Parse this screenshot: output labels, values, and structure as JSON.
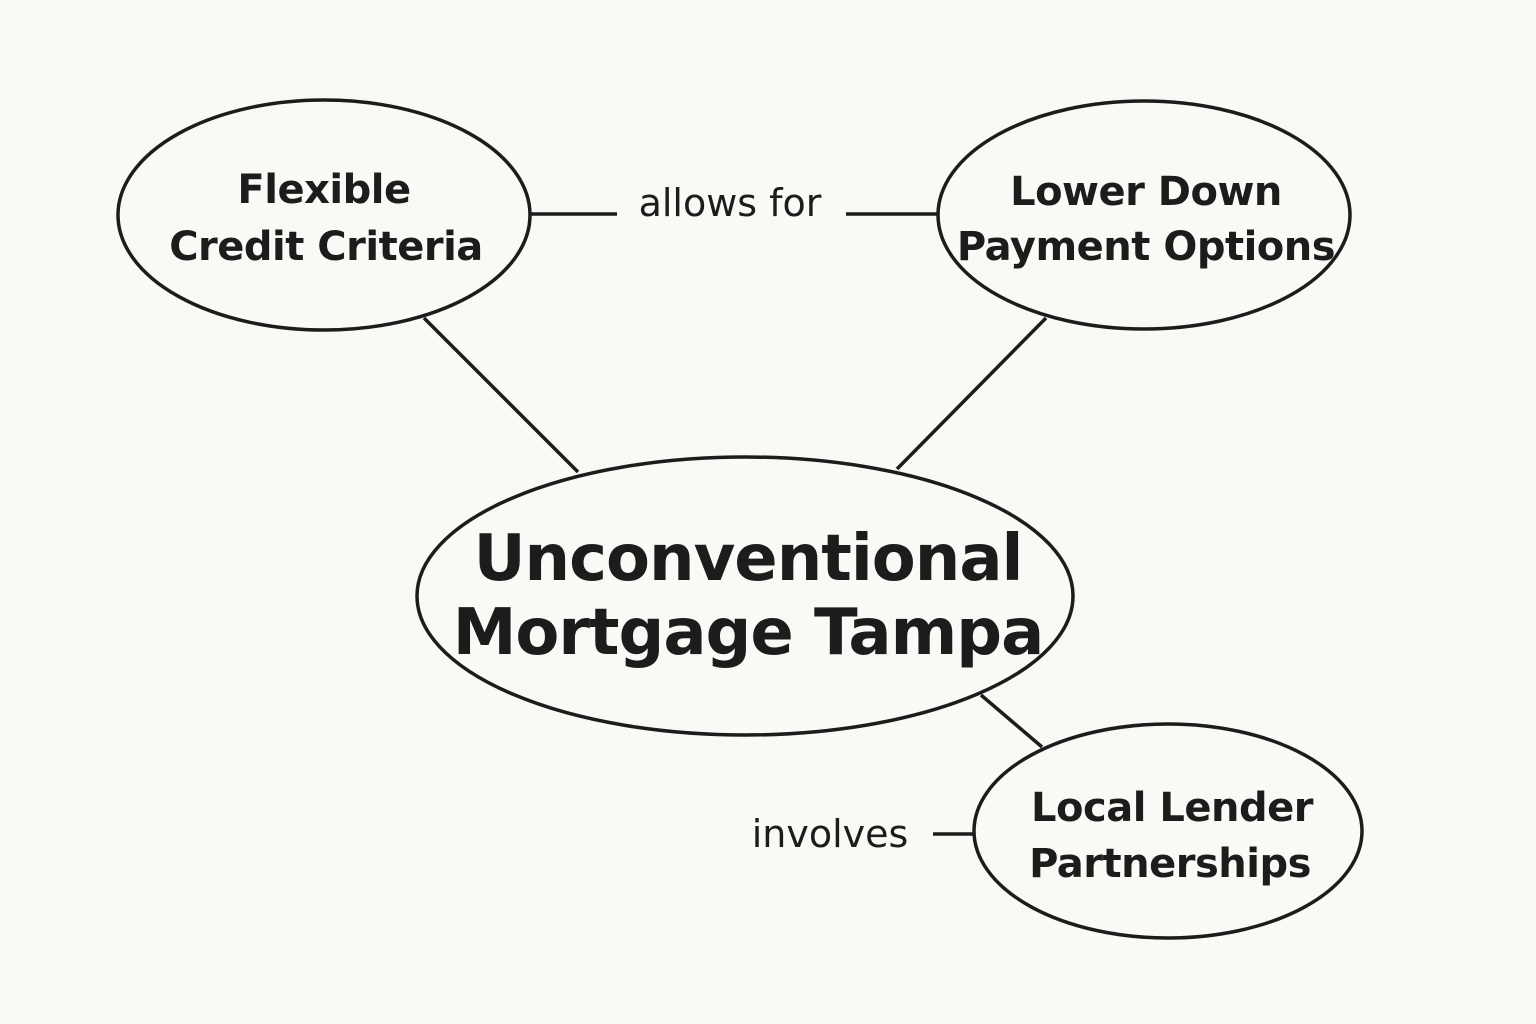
{
  "nodes": {
    "flexible": {
      "line1": "Flexible",
      "line2": "Credit Criteria"
    },
    "lower_down": {
      "line1": "Lower Down",
      "line2": "Payment Options"
    },
    "central": {
      "line1": "Unconventional",
      "line2": "Mortgage Tampa"
    },
    "local": {
      "line1": "Local Lender",
      "line2": "Partnerships"
    }
  },
  "edges": {
    "allows_for": "allows for",
    "involves": "involves"
  }
}
